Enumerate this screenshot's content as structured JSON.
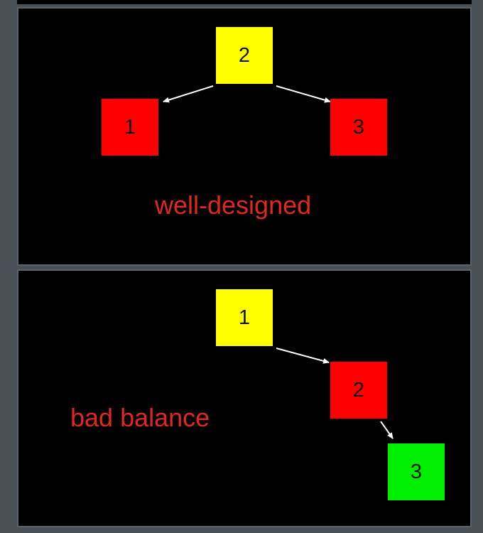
{
  "colors": {
    "root": "#ffff00",
    "child": "#ff0000",
    "leaf": "#00ee00",
    "caption": "#e0281e",
    "panel_bg": "#000000",
    "page_bg": "#4a4f55",
    "edge": "#ffffff"
  },
  "top_diagram": {
    "caption": "well-designed",
    "nodes": [
      {
        "label": "2",
        "role": "root"
      },
      {
        "label": "1",
        "role": "left-child"
      },
      {
        "label": "3",
        "role": "right-child"
      }
    ],
    "edges": [
      {
        "from": "2",
        "to": "1"
      },
      {
        "from": "2",
        "to": "3"
      }
    ]
  },
  "bottom_diagram": {
    "caption": "bad balance",
    "nodes": [
      {
        "label": "1",
        "role": "root"
      },
      {
        "label": "2",
        "role": "right-child"
      },
      {
        "label": "3",
        "role": "right-grandchild"
      }
    ],
    "edges": [
      {
        "from": "1",
        "to": "2"
      },
      {
        "from": "2",
        "to": "3"
      }
    ]
  }
}
